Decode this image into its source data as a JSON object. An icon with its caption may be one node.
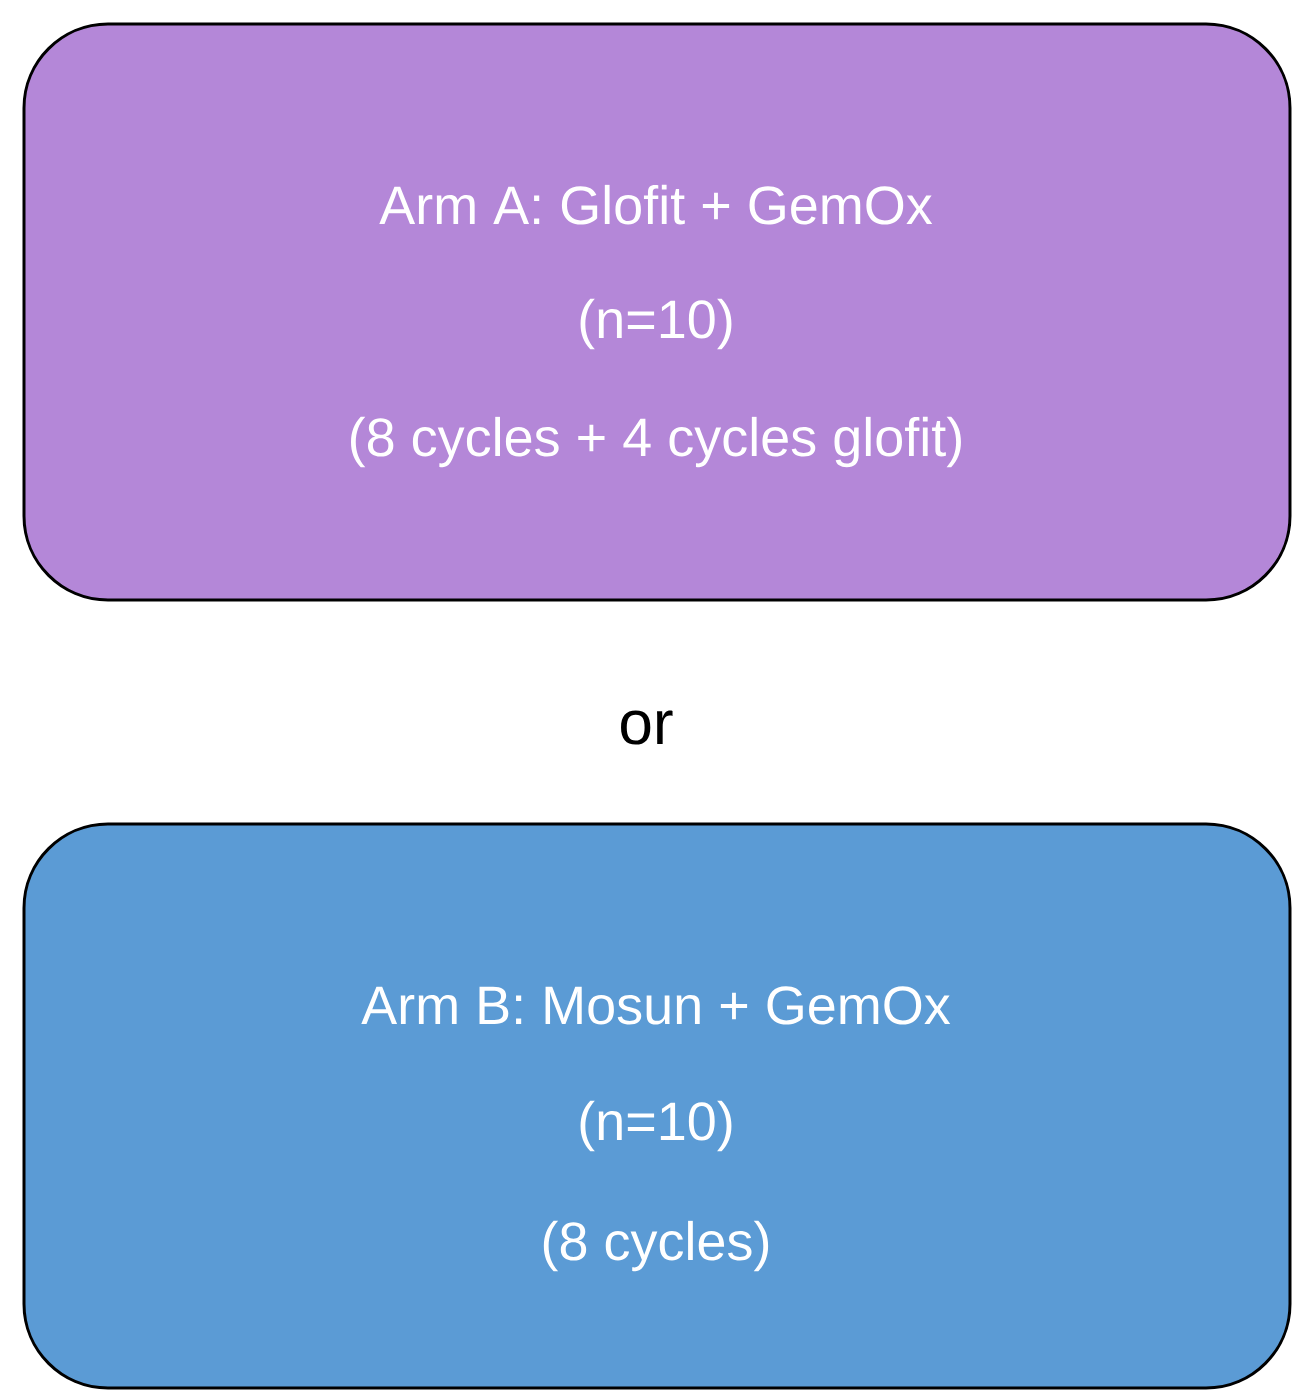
{
  "diagram": {
    "nodes": [
      {
        "text": [
          "Arm A: Glofit + GemOx",
          "(n=10)",
          "(8 cycles + 4 cycles glofit)"
        ]
      },
      {
        "text": [
          "Arm B: Mosun + GemOx",
          "(n=10)",
          "(8 cycles)"
        ]
      }
    ],
    "labels": [
      "or"
    ]
  }
}
